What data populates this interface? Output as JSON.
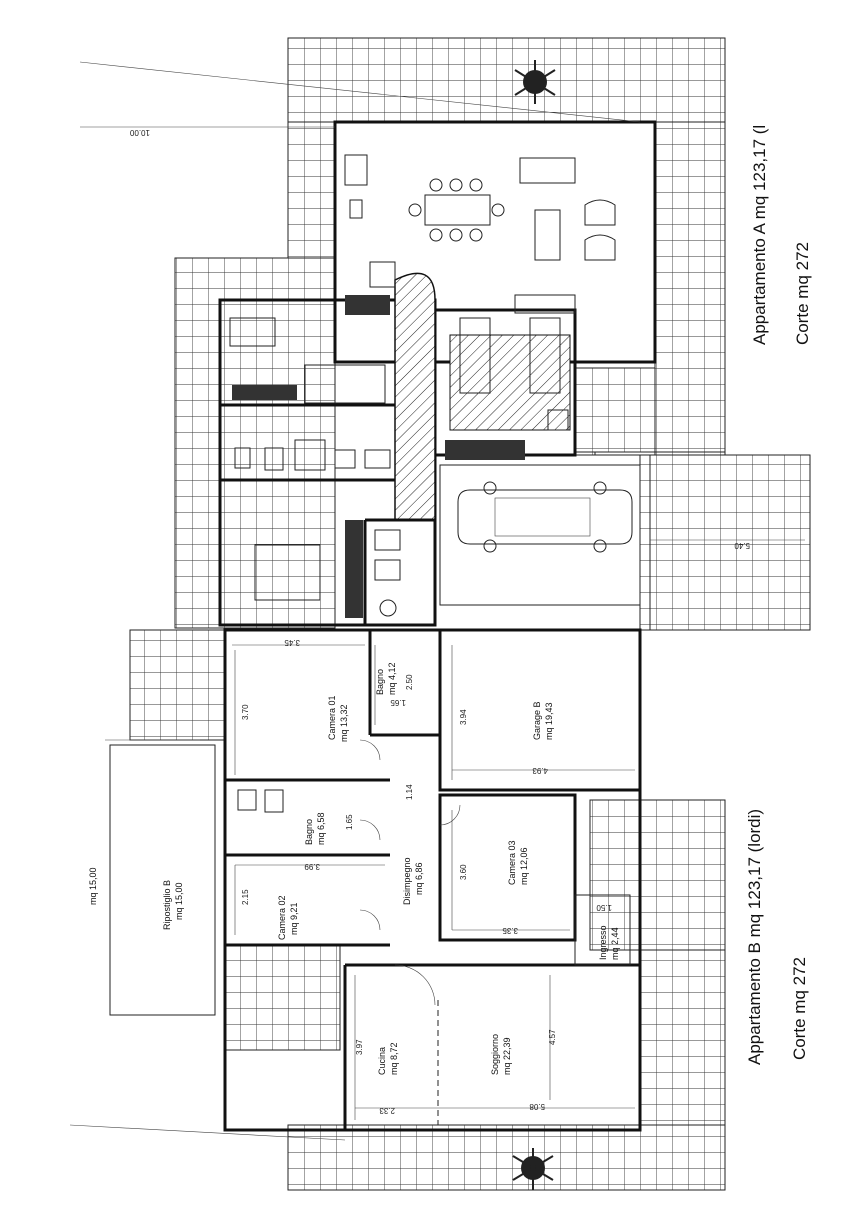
{
  "apartment_a": {
    "title": "Appartamento  A    mq 123,17 (l",
    "corte": "Corte mq 272"
  },
  "apartment_b": {
    "title": "Appartamento B    mq 123,17 (lordi)",
    "corte": "Corte mq 272"
  },
  "rooms": {
    "camera01": {
      "name": "Camera 01",
      "area": "mq 13,32",
      "dim_w": "3.45",
      "dim_h": "3.70"
    },
    "bagno_small": {
      "name": "Bagno",
      "area": "mq 4,12",
      "dim_w": "1.65",
      "dim_h": "2.50"
    },
    "garage": {
      "name": "Garage B",
      "area": "mq 19,43",
      "dim_w": "4.93",
      "dim_h": "3.94"
    },
    "bagno": {
      "name": "Bagno",
      "area": "mq 6,58",
      "dim": "1.65"
    },
    "disimpegno": {
      "name": "Disimpegno",
      "area": "mq 6,86",
      "dim": "1.14"
    },
    "camera03": {
      "name": "Camera 03",
      "area": "mq 12,06",
      "dim_w": "3.35",
      "dim_h": "3.60"
    },
    "camera02": {
      "name": "Camera 02",
      "area": "mq 9,21",
      "dim_w": "3.99",
      "dim_h": "2.15"
    },
    "ripostiglio": {
      "name": "Ripostiglio B",
      "area": "mq 15,00"
    },
    "ripostiglio_outer": {
      "area": "mq 15,00"
    },
    "ingresso": {
      "name": "Ingresso",
      "area": "mq 2,44",
      "dim": "1.50"
    },
    "cucina": {
      "name": "Cucina",
      "area": "mq 8,72",
      "dim_w": "2.33",
      "dim_h": "3.97"
    },
    "soggiorno": {
      "name": "Soggiorno",
      "area": "mq 22,39",
      "dim_w": "5.08",
      "dim_h": "4.57"
    }
  },
  "dimensions": {
    "top_line": "10.00",
    "right_line": "5.40"
  }
}
